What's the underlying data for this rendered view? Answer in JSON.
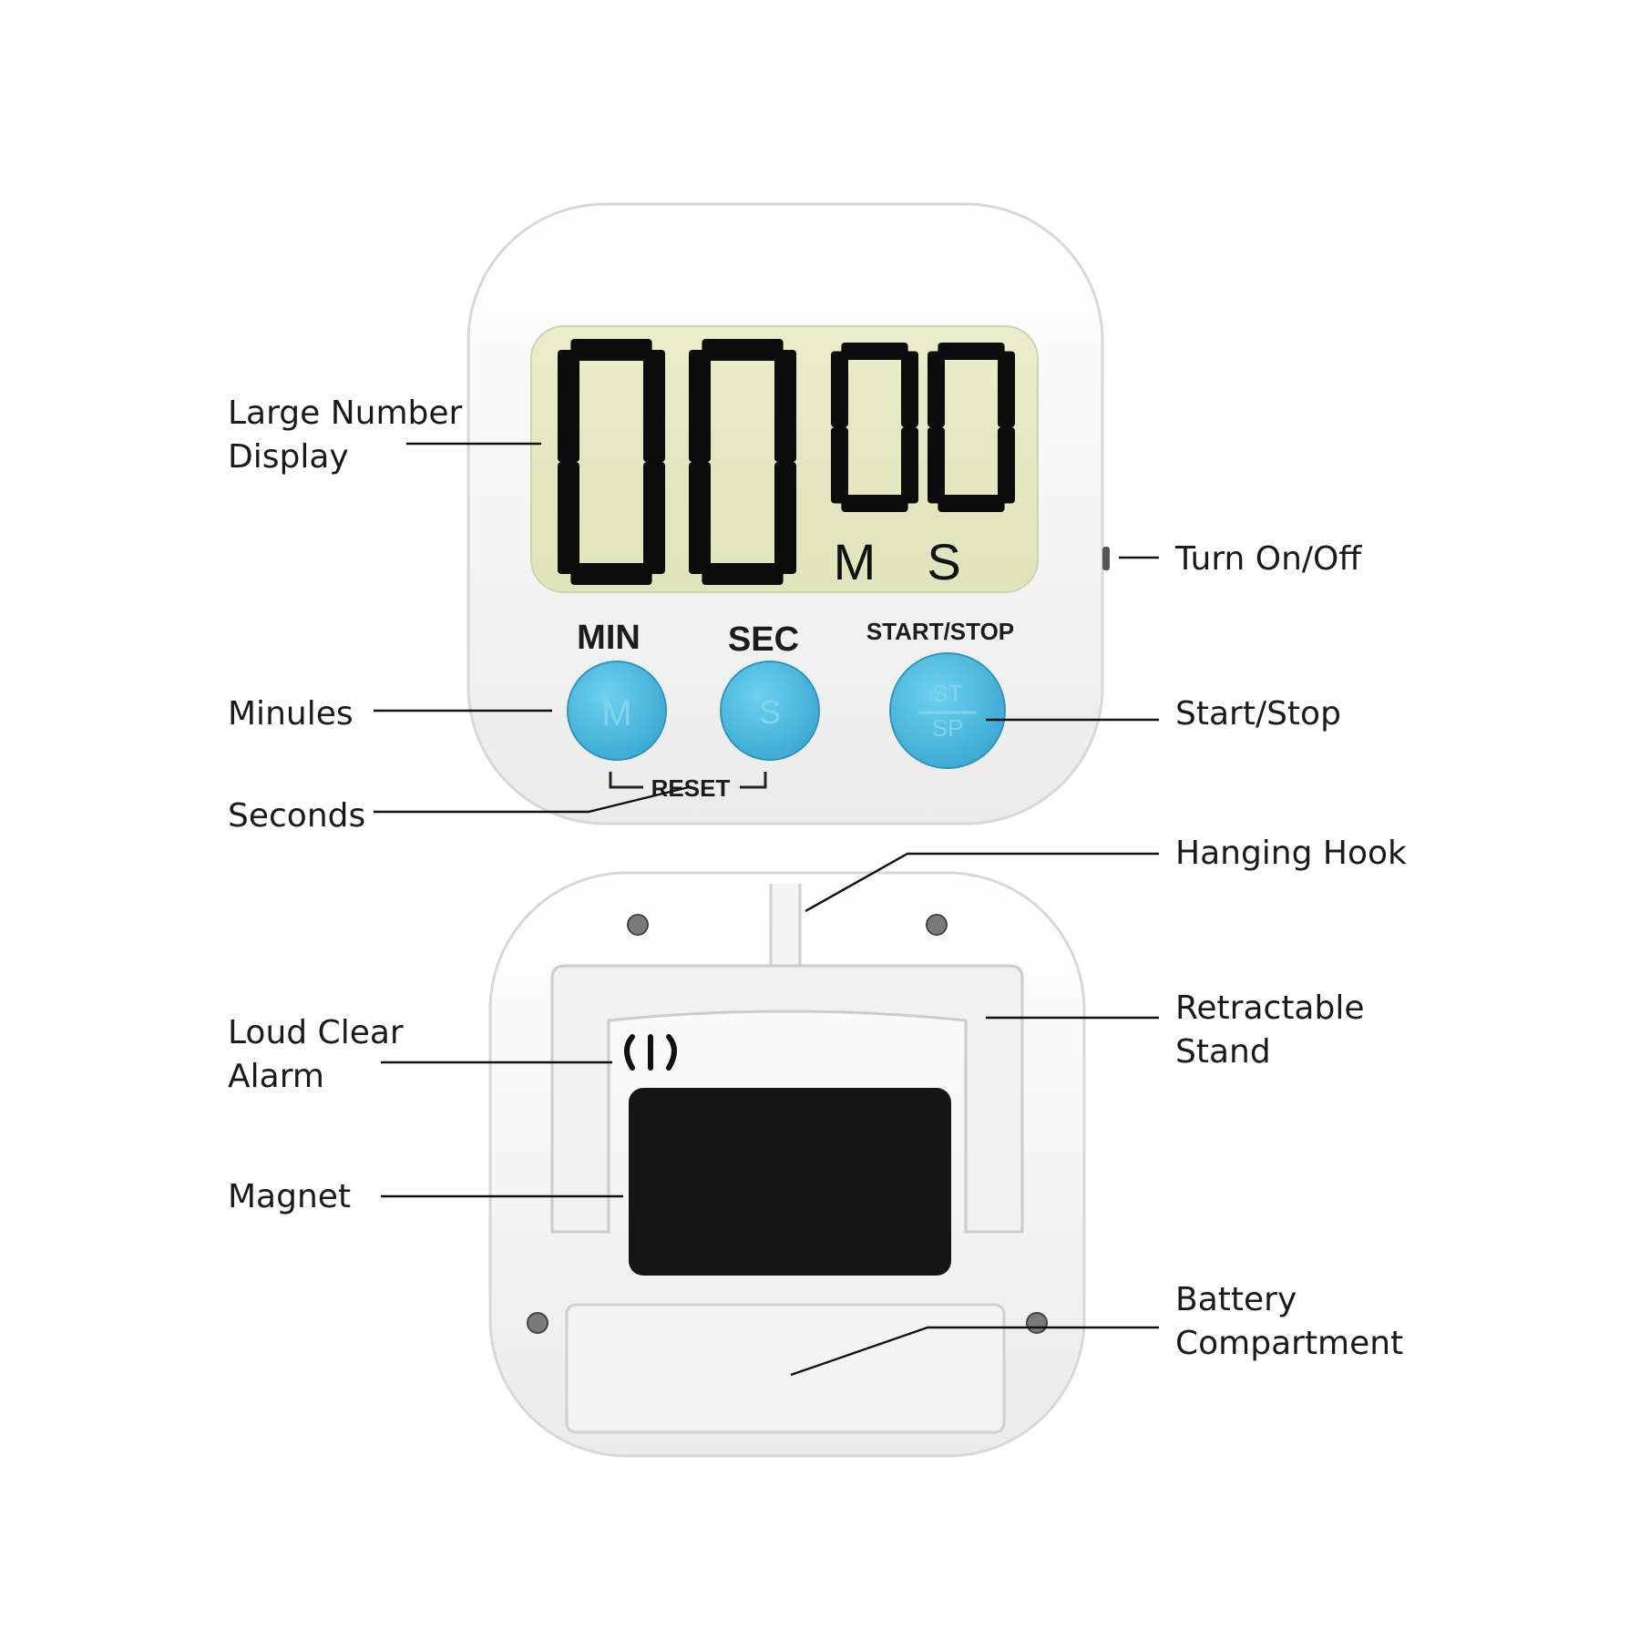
{
  "callouts": {
    "large_number_display": [
      "Large Number",
      "Display"
    ],
    "minutes": "Minules",
    "seconds": "Seconds",
    "turn_on_off": "Turn On/Off",
    "start_stop": "Start/Stop",
    "hanging_hook": "Hanging Hook",
    "retractable_stand": [
      "Retractable",
      "Stand"
    ],
    "loud_clear_alarm": [
      "Loud Clear",
      "Alarm"
    ],
    "magnet": "Magnet",
    "battery_compartment": [
      "Battery",
      "Compartment"
    ]
  },
  "timer_front": {
    "display_digits": [
      "0",
      "0",
      "0",
      "0"
    ],
    "unit_minutes": "M",
    "unit_seconds": "S",
    "button_min_label": "MIN",
    "button_sec_label": "SEC",
    "button_start_stop_label": "START/STOP",
    "reset_label": "RESET",
    "button_min_glyph": "M",
    "button_sec_glyph": "S",
    "button_start_glyph_top": "ST",
    "button_start_glyph_bottom": "SP"
  },
  "colors": {
    "button_blue": "#45b8de",
    "lcd_background": "#e6ebc4",
    "body_white": "#f6f6f6",
    "magnet_black": "#151515"
  }
}
